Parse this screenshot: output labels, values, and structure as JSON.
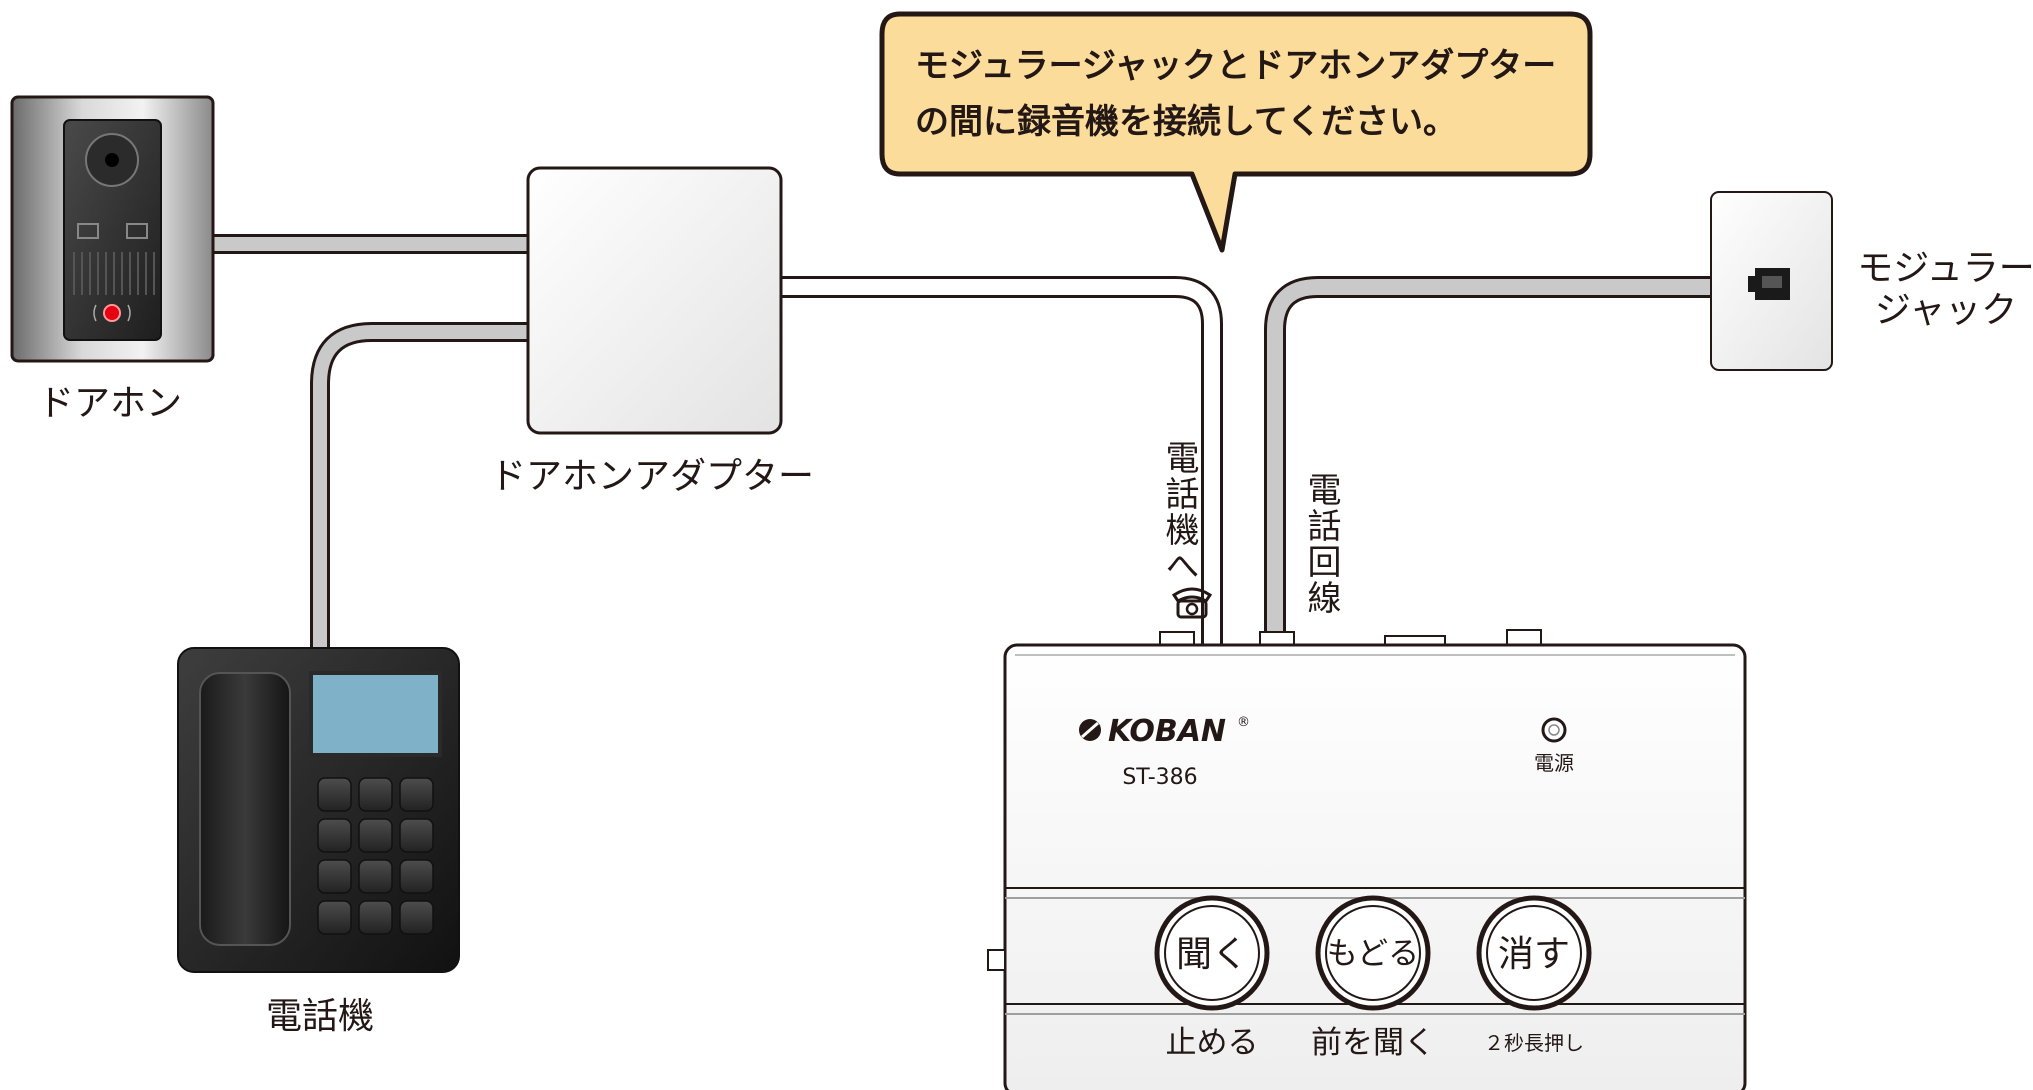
{
  "callout": {
    "line1": "モジュラージャックとドアホンアダプター",
    "line2": "の間に録音機を接続してください。"
  },
  "labels": {
    "doorphone": "ドアホン",
    "door_adapter": "ドアホンアダプター",
    "telephone": "電話機",
    "modular_jack_line1": "モジュラー",
    "modular_jack_line2": "ジャック",
    "to_phone": "電話機へ",
    "phone_line": "電話回線"
  },
  "recorder": {
    "brand": "KOBAN",
    "registered": "®",
    "model": "ST-386",
    "power_label": "電源",
    "buttons": [
      "聞く",
      "もどる",
      "消す"
    ],
    "button_captions": [
      "止める",
      "前を聞く",
      "２秒長押し"
    ]
  },
  "colors": {
    "callout_fill": "#fbdc9a",
    "outline": "#231815",
    "screen": "#7fb2c8",
    "indicator": "#e60012"
  }
}
